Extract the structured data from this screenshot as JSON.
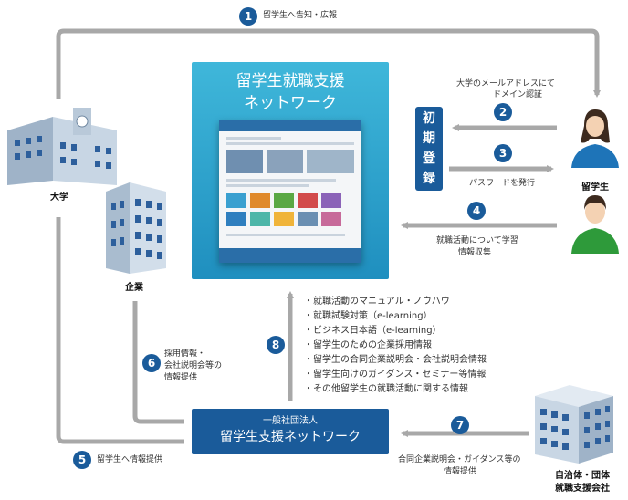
{
  "steps": {
    "s1": {
      "num": "1",
      "text": "留学生へ告知・広報"
    },
    "s2": {
      "num": "2",
      "text_line1": "大学のメールアドレスにて",
      "text_line2": "ドメイン認証"
    },
    "s3": {
      "num": "3",
      "text": "パスワードを発行"
    },
    "s4": {
      "num": "4",
      "text_line1": "就職活動について学習",
      "text_line2": "情報収集"
    },
    "s5": {
      "num": "5",
      "text": "留学生へ情報提供"
    },
    "s6": {
      "num": "6",
      "text_line1": "採用情報・",
      "text_line2": "会社説明会等の",
      "text_line3": "情報提供"
    },
    "s7": {
      "num": "7",
      "text_line1": "合同企業説明会・ガイダンス等の",
      "text_line2": "情報提供"
    },
    "s8": {
      "num": "8"
    }
  },
  "entities": {
    "university": "大学",
    "company": "企業",
    "student": "留学生",
    "local_gov_line1": "自治体・団体",
    "local_gov_line2": "就職支援会社"
  },
  "platform": {
    "title_line1": "留学生就職支援",
    "title_line2": "ネットワーク"
  },
  "initial_registration": [
    "初",
    "期",
    "登",
    "録"
  ],
  "organization": {
    "subtitle": "一般社団法人",
    "name": "留学生支援ネットワーク"
  },
  "services": [
    "就職活動のマニュアル・ノウハウ",
    "就職試験対策（e-learning）",
    "ビジネス日本語（e-learning）",
    "留学生のための企業採用情報",
    "留学生の合同企業説明会・会社説明会情報",
    "留学生向けのガイダンス・セミナー等情報",
    "その他留学生の就職活動に関する情報"
  ],
  "colors": {
    "arrow": "#a8a8a8",
    "badge": "#1a5b9a",
    "platform": "#2fa3cc",
    "org": "#1a5b9a"
  }
}
